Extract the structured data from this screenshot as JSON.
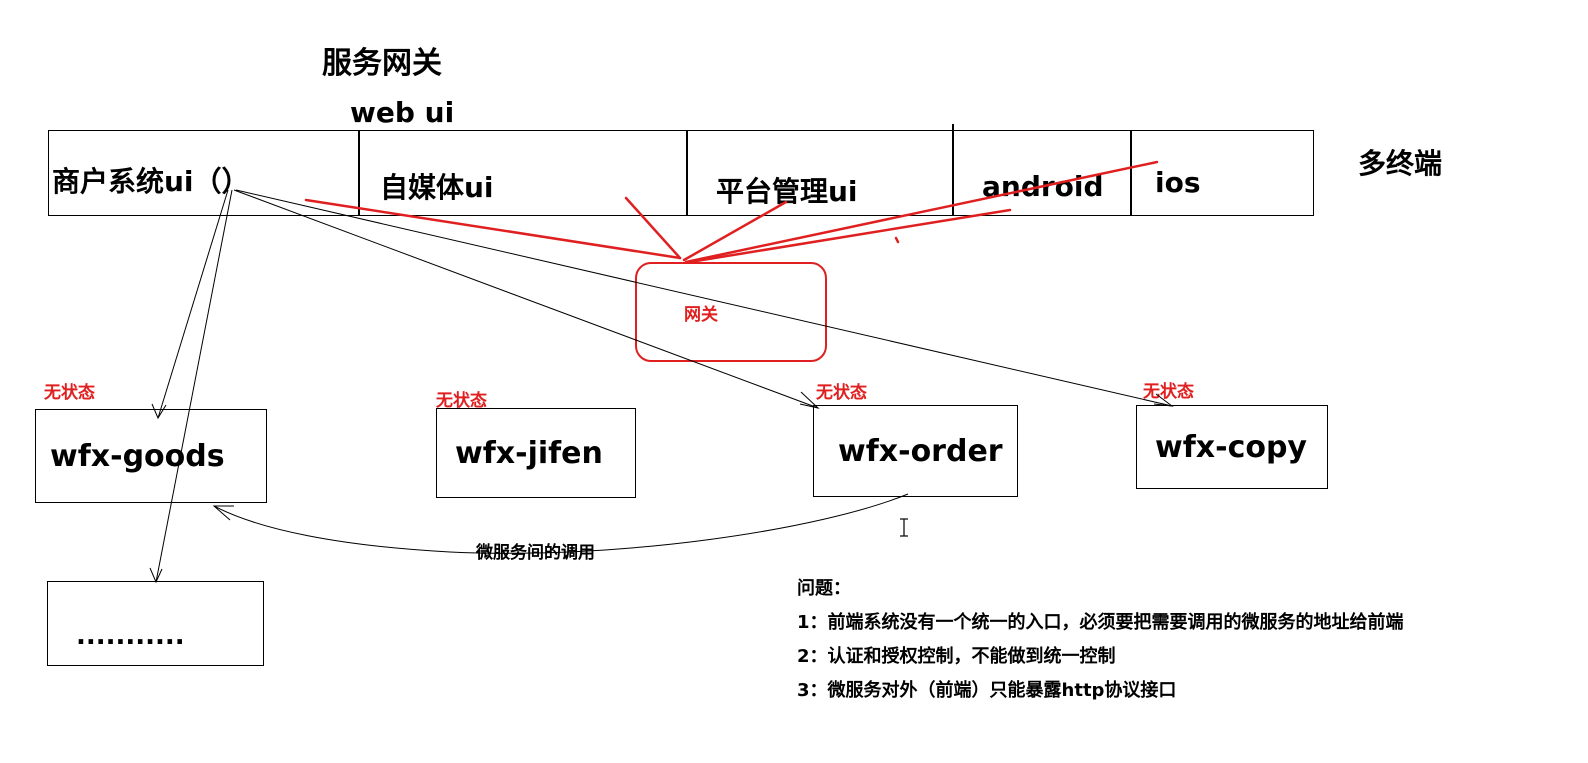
{
  "title": "服务网关",
  "subtitle": "web   ui",
  "terminals": [
    {
      "label": "商户系统ui（）"
    },
    {
      "label": "自媒体ui"
    },
    {
      "label": "平台管理ui"
    },
    {
      "label": "android"
    },
    {
      "label": "ios"
    }
  ],
  "multi_terminal_label": "多终端",
  "gateway_label": "网关",
  "stateless_label": "无状态",
  "services": [
    {
      "label": "wfx-goods"
    },
    {
      "label": "wfx-jifen"
    },
    {
      "label": "wfx-order"
    },
    {
      "label": "wfx-copy"
    },
    {
      "label": "..........."
    }
  ],
  "inter_service_call_label": "微服务间的调用",
  "problems": {
    "heading": "问题：",
    "items": [
      "1：前端系统没有一个统一的入口，必须要把需要调用的微服务的地址给前端",
      "2：认证和授权控制，不能做到统一控制",
      "3：微服务对外（前端）只能暴露http协议接口"
    ]
  },
  "colors": {
    "gateway_red": "#e02020",
    "line_black": "#000000"
  }
}
